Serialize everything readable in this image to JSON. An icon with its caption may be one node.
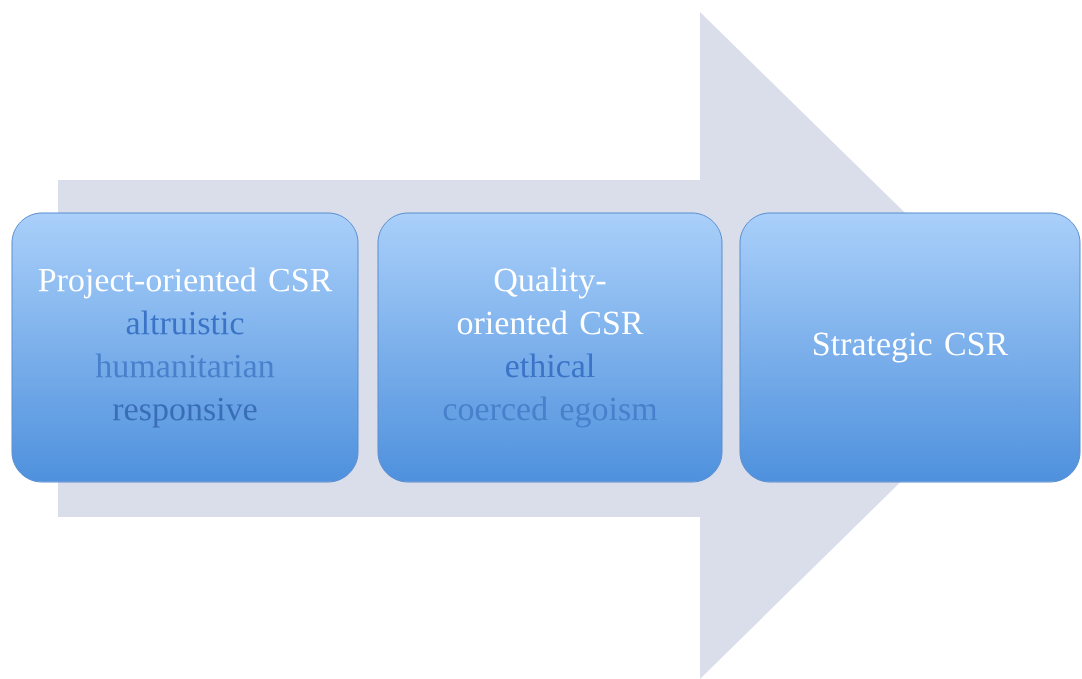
{
  "diagram": {
    "nodes": [
      {
        "text": [
          "Project-oriented CSR",
          "altruistic",
          "humanitarian",
          "responsive"
        ]
      },
      {
        "text": [
          "Quality-oriented CSR",
          "ethical",
          "coerced egoism"
        ]
      },
      {
        "text": [
          "Strategic CSR"
        ]
      }
    ],
    "edges": [
      {
        "from": 0,
        "to": 2,
        "arrow": "to"
      }
    ]
  }
}
